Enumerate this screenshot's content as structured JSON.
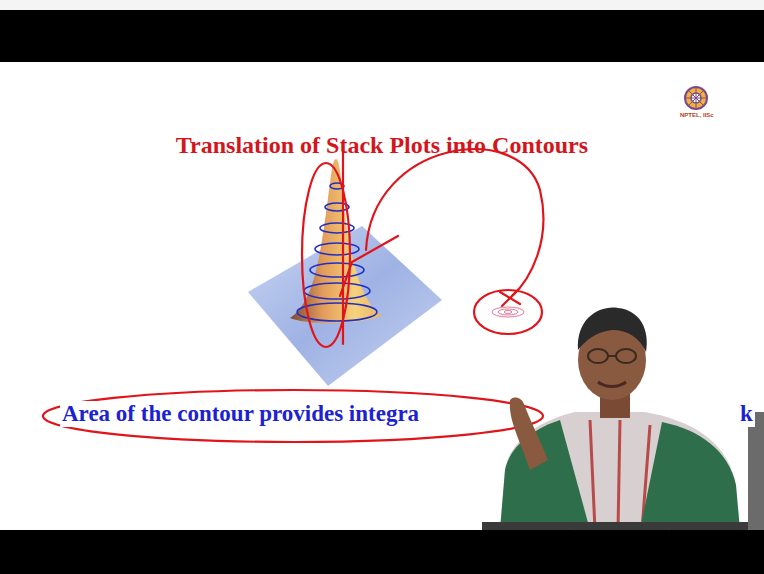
{
  "diagram": {
    "title": "Translation of Stack Plots into Contours",
    "caption": "Area of the contour provides integra",
    "labels": [
      "NPTEL, IISc",
      "k"
    ]
  }
}
